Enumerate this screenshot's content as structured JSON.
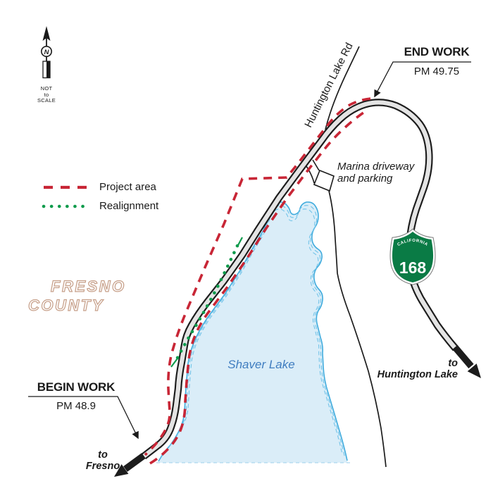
{
  "compass": {
    "north_letter": "N",
    "not_line1": "NOT",
    "not_line2": "to",
    "not_line3": "SCALE"
  },
  "legend": {
    "project_area_label": "Project area",
    "realignment_label": "Realignment"
  },
  "annotations": {
    "end_work_title": "END WORK",
    "end_work_pm": "PM 49.75",
    "begin_work_title": "BEGIN WORK",
    "begin_work_pm": "PM 48.9",
    "to_fresno_line1": "to",
    "to_fresno_line2": "Fresno",
    "to_huntington_line1": "to",
    "to_huntington_line2": "Huntington Lake"
  },
  "features": {
    "road_label": "Huntington Lake Rd",
    "marina_line1": "Marina driveway",
    "marina_line2": "and parking",
    "county_line1": "FRESNO",
    "county_line2": "COUNTY",
    "lake_label": "Shaver Lake"
  },
  "shield": {
    "state": "CALIFORNIA",
    "route_number": "168"
  },
  "colors": {
    "project_area": "#c82636",
    "realignment": "#0f9b4c",
    "lake_fill": "#daedf8",
    "lake_outline": "#3fabdd",
    "lake_contour": "#6fc2e8",
    "shield_green": "#0a7b45",
    "county_outline": "#c7a08a",
    "lake_text": "#3f7dc0",
    "road_casing": "#1c1c1c",
    "road_fill": "#e4e4e4"
  }
}
